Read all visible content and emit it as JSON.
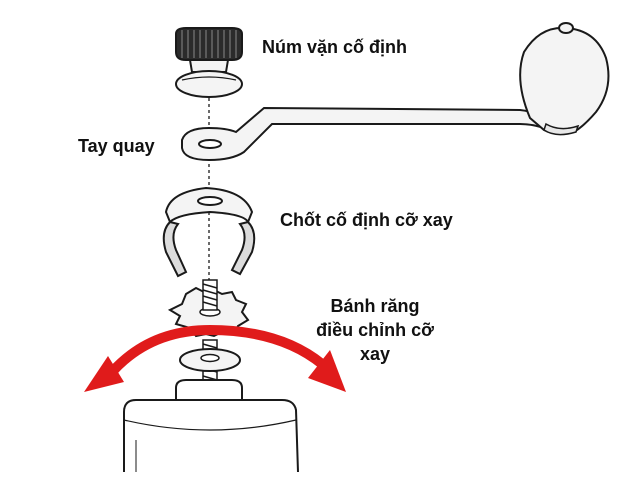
{
  "labels": {
    "knob": "Núm vặn cố định",
    "crank": "Tay quay",
    "clip": "Chốt cố định cỡ xay",
    "gear_line1": "Bánh răng",
    "gear_line2": "điều chỉnh cỡ",
    "gear_line3": "xay"
  },
  "colors": {
    "ink": "#1a1a1a",
    "fill_light": "#f4f4f4",
    "knob_dark": "#2b2b2b",
    "arrow": "#e01b1b"
  },
  "icons": {
    "rotation_arrow": "double-headed-curved-arrow"
  }
}
